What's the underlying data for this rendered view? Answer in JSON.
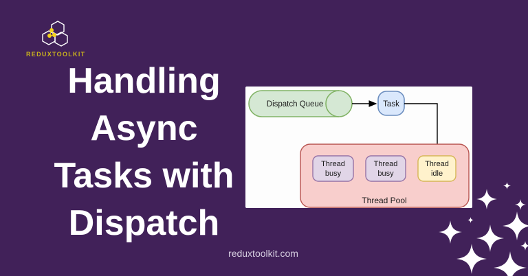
{
  "page": {
    "background_color": "#412159",
    "footer_url": "reduxtoolkit.com"
  },
  "logo": {
    "brand_text": "REDUXTOOLKIT",
    "text_color": "#C9B11D",
    "dot_color": "#F4D21B",
    "outline_color": "#FFFFFF"
  },
  "heading": {
    "lines": [
      "Handling",
      "Async",
      "Tasks with",
      "Dispatch"
    ],
    "text_color": "#FFFFFF"
  },
  "diagram": {
    "labels": {
      "queue": "Dispatch Queue",
      "task": "Task",
      "thread": "Thread",
      "busy": "busy",
      "idle": "idle",
      "pool": "Thread Pool"
    },
    "colors": {
      "panel_background": "#FDFDFD",
      "queue_fill": "#D5E8D4",
      "queue_stroke": "#82B366",
      "task_fill": "#DAE8FC",
      "task_stroke": "#6C8EBF",
      "pool_fill": "#F8CECC",
      "pool_stroke": "#B85450",
      "busy_fill": "#E1D5E7",
      "busy_stroke": "#9673A6",
      "idle_fill": "#FFF2CC",
      "idle_stroke": "#D6B656",
      "arrow": "#000000",
      "label_text": "#1A1A1A"
    }
  },
  "decor": {
    "sparkle_color": "#FFFFFF"
  }
}
